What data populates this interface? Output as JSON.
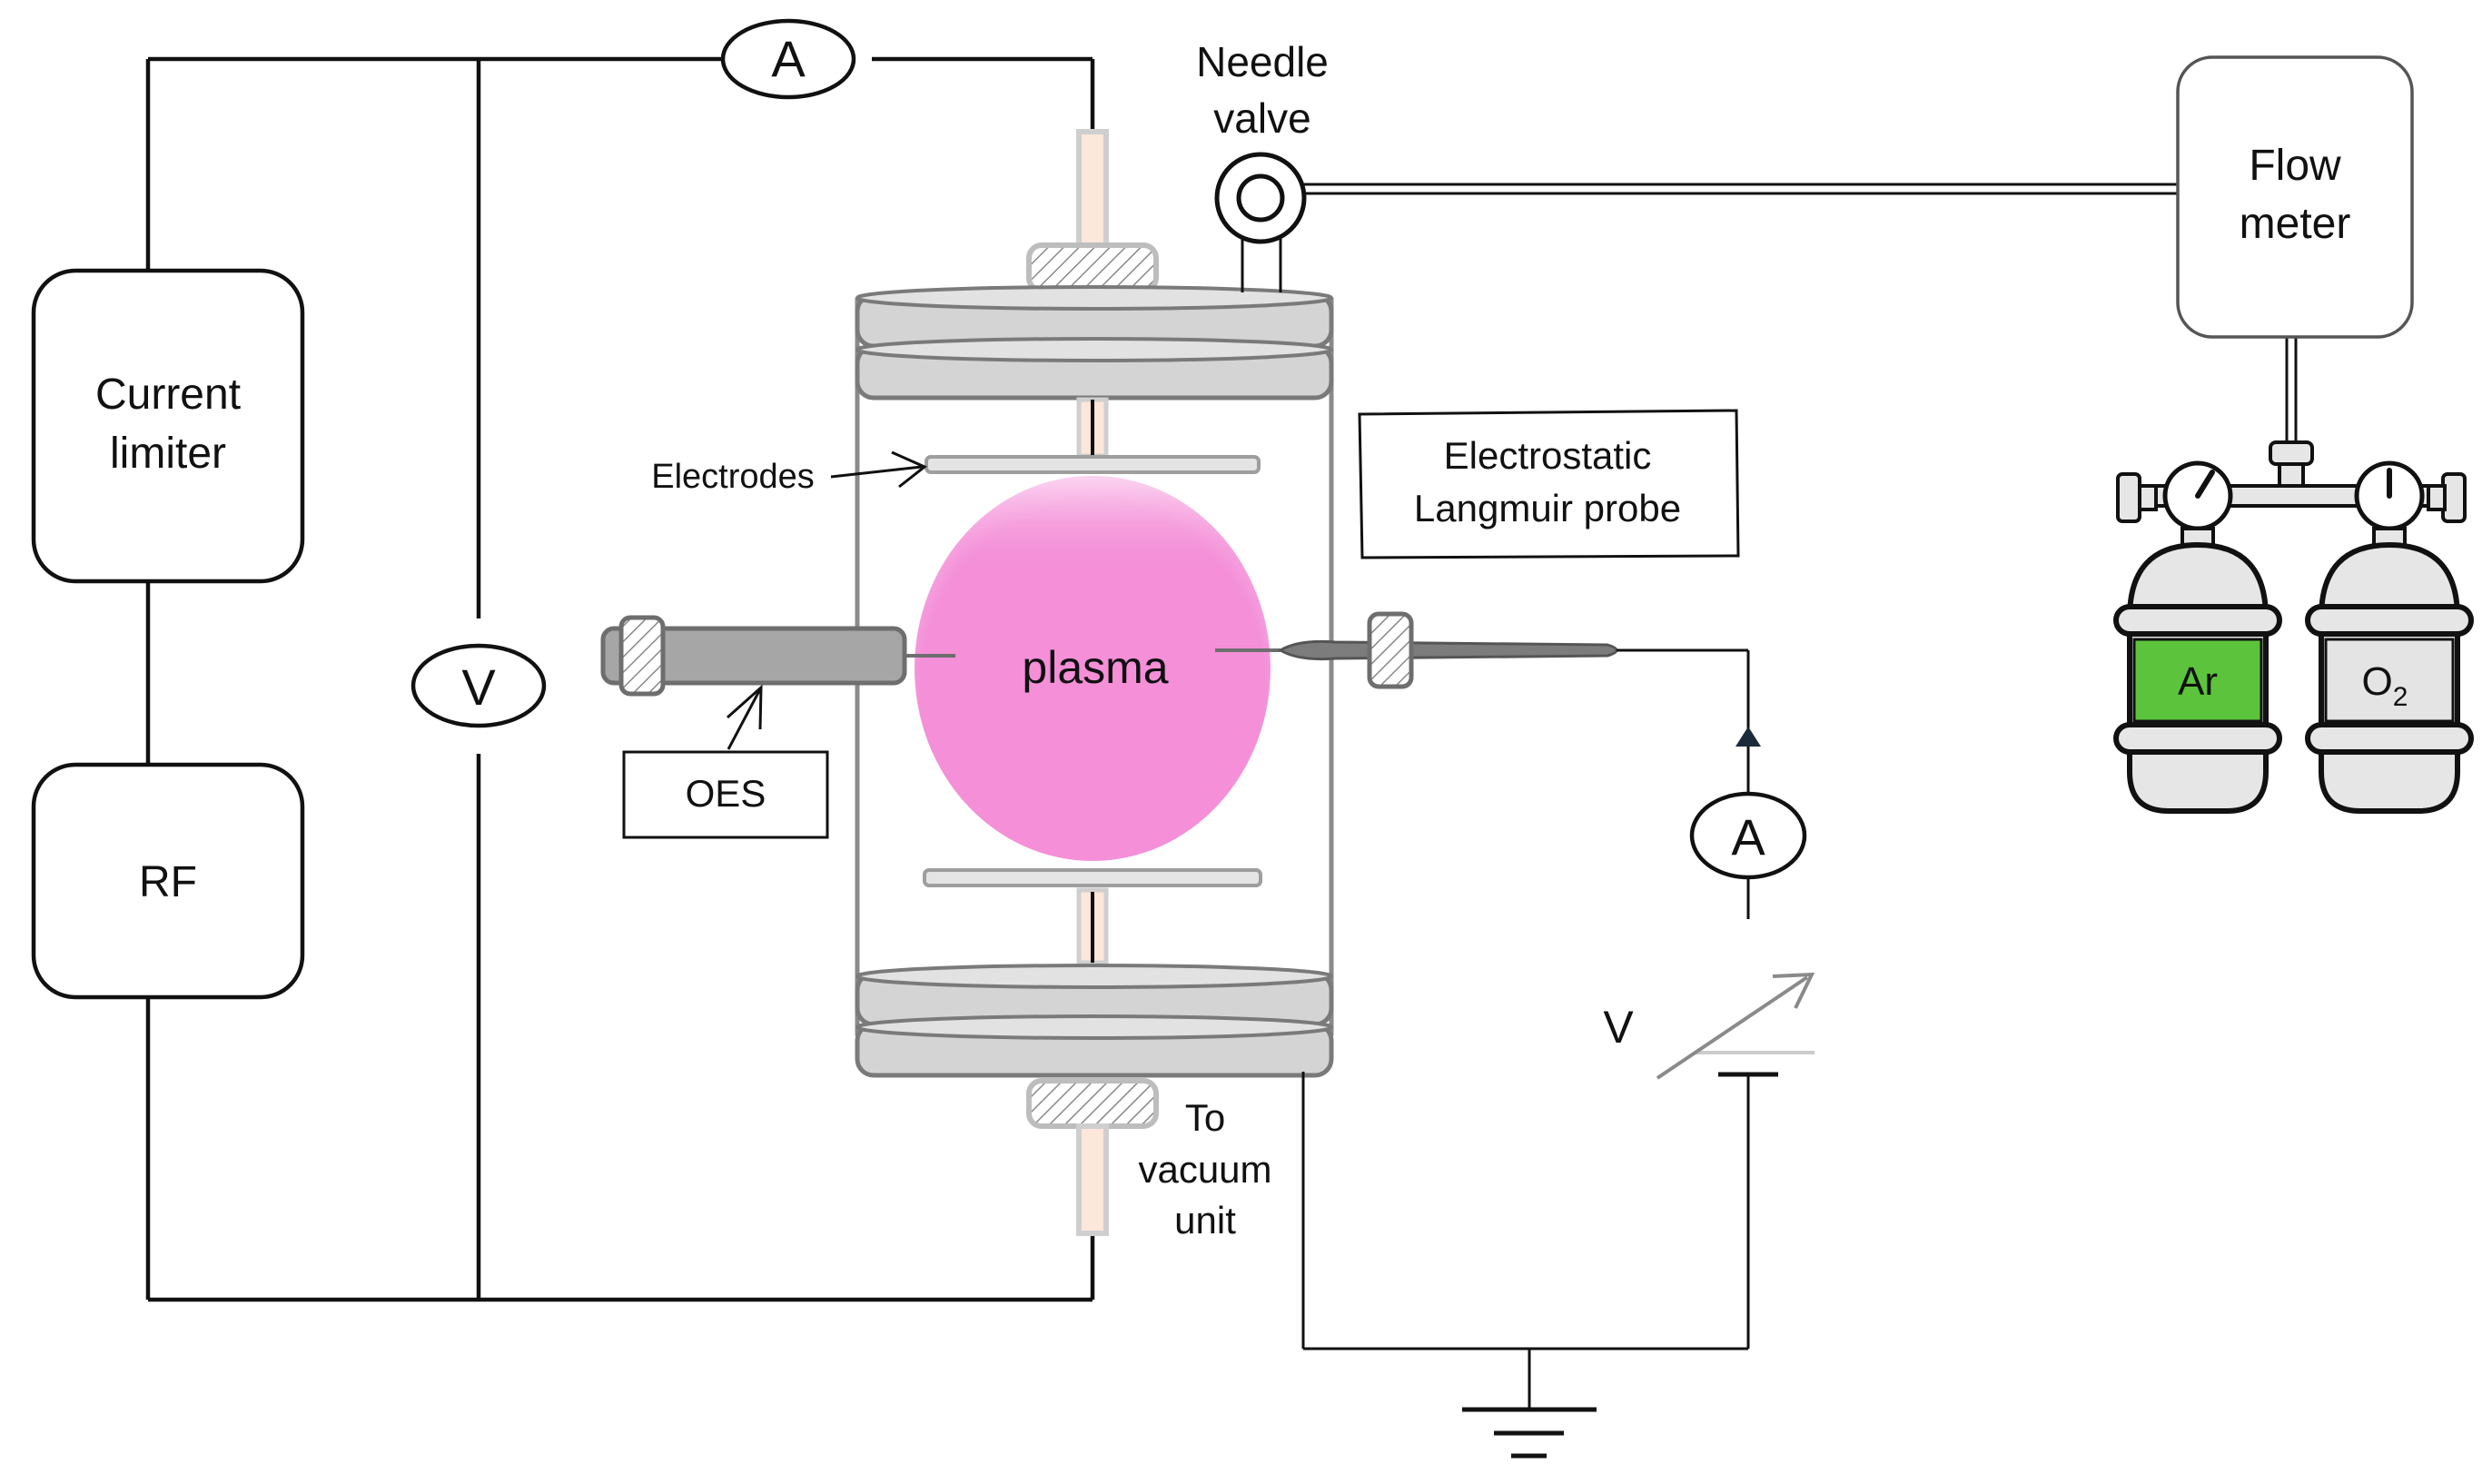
{
  "diagram": {
    "current_limiter_label": [
      "Current",
      "limiter"
    ],
    "rf_label": "RF",
    "ammeter_symbol": "A",
    "voltmeter_symbol": "V",
    "needle_valve_label": [
      "Needle",
      "valve"
    ],
    "flow_meter_label": [
      "Flow",
      "meter"
    ],
    "electrodes_label": "Electrodes",
    "probe_label": [
      "Electrostatic",
      "Langmuir probe"
    ],
    "plasma_label": "plasma",
    "oes_label": "OES",
    "probe_ammeter_symbol": "A",
    "variable_supply_label": "V",
    "vacuum_label": [
      "To",
      "vacuum",
      "unit"
    ],
    "cylinder_ar": {
      "label": "Ar",
      "color": "#5cc43c"
    },
    "cylinder_o2": {
      "label": "O",
      "subscript": "2",
      "color": "#e4e4e4"
    },
    "plasma_color": "#f48fd8"
  }
}
